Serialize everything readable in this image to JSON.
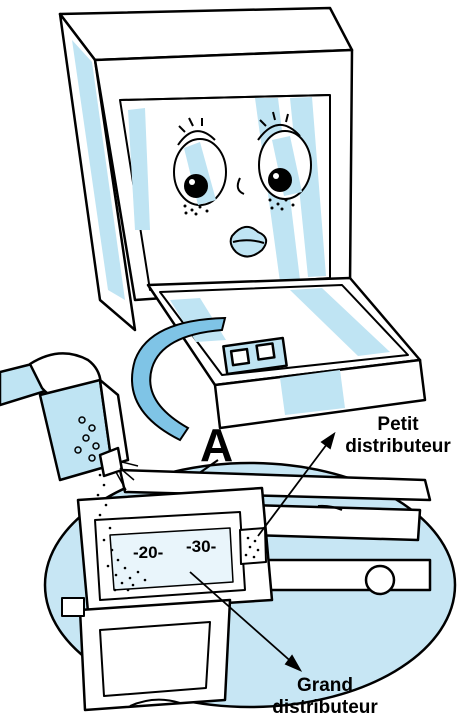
{
  "labels": {
    "marker": "A",
    "petit_line1": "Petit",
    "petit_line2": "distributeur",
    "grand_line1": "Grand",
    "grand_line2": "distributeur"
  },
  "dispenser_marks": {
    "mark_20": "-20-",
    "mark_30": "-30-"
  },
  "colors": {
    "accent_blue": "#bfe4f3",
    "line": "#000000",
    "zoom_fill": "#c7e6f4"
  },
  "icons": [
    "dishwasher-face",
    "detergent-box",
    "zoom-lens",
    "detergent-dispenser"
  ]
}
